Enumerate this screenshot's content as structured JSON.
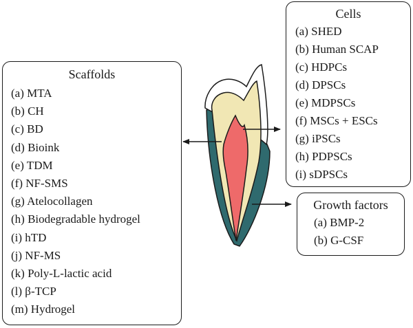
{
  "scaffolds": {
    "title": "Scaffolds",
    "items": [
      "(a) MTA",
      "(b) CH",
      "(c) BD",
      "(d) Bioink",
      "(e) TDM",
      "(f) NF-SMS",
      "(g) Atelocollagen",
      "(h) Biodegradable hydrogel",
      "(i) hTD",
      "(j) NF-MS",
      "(k) Poly-L-lactic acid",
      "(l) β-TCP",
      "(m) Hydrogel"
    ]
  },
  "cells": {
    "title": "Cells",
    "items": [
      "(a) SHED",
      "(b) Human SCAP",
      "(c) HDPCs",
      "(d) DPSCs",
      "(e) MDPSCs",
      "(f) MSCs + ESCs",
      "(g) iPSCs",
      "(h) PDPSCs",
      "(i) sDPSCs"
    ]
  },
  "growth_factors": {
    "title": "Growth factors",
    "items": [
      "(a) BMP-2",
      "(b) G-CSF"
    ]
  },
  "colors": {
    "enamel": "#ffffff",
    "dentin": "#f1e7b4",
    "pulp": "#ee6a6a",
    "root_cover": "#2f6a6e",
    "outline": "#1a1a1a"
  }
}
